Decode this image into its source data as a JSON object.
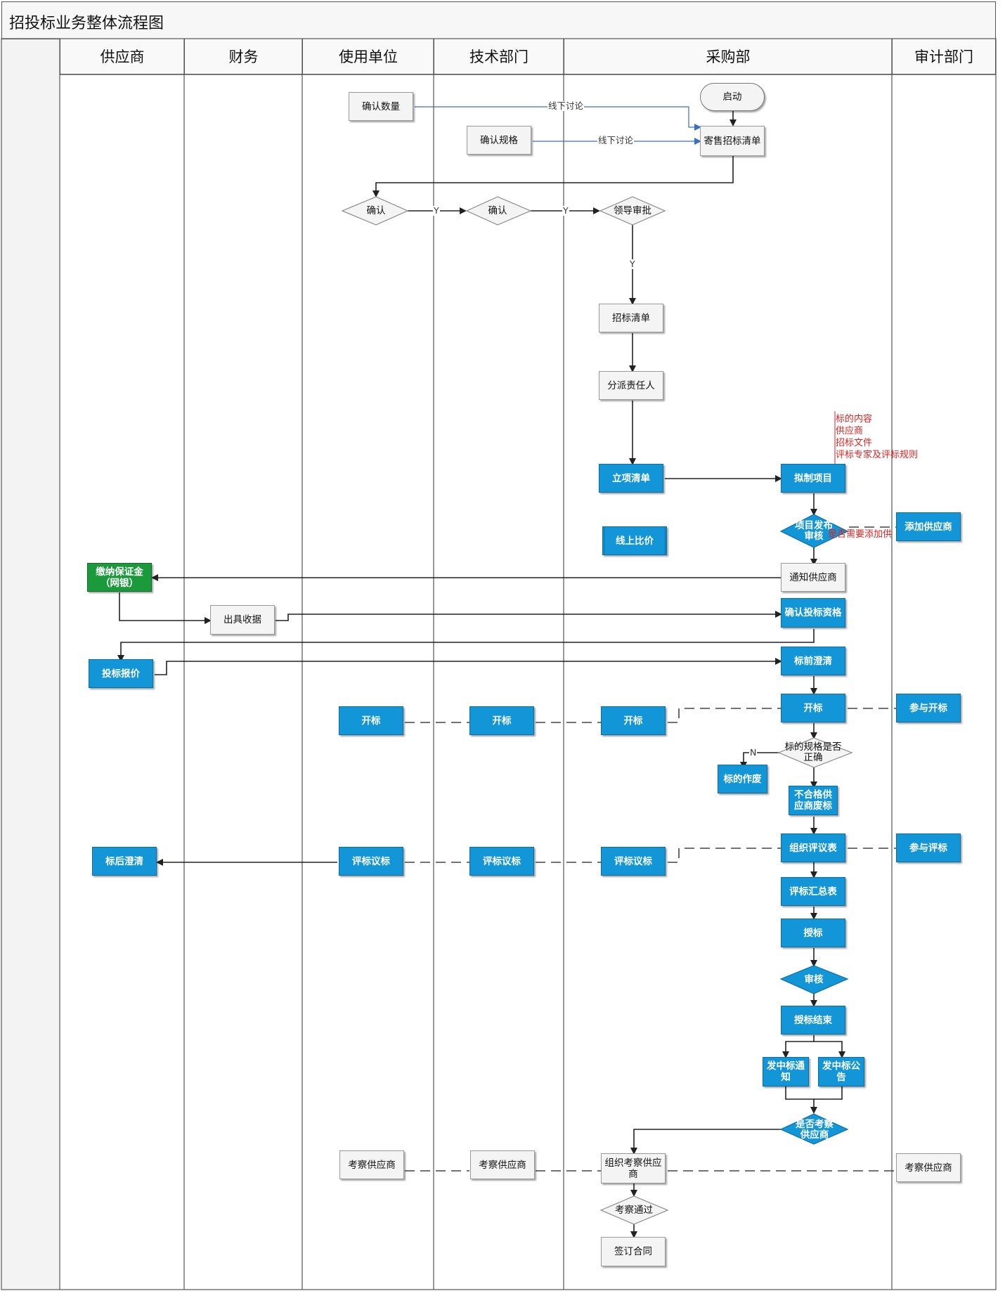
{
  "title": "招投标业务整体流程图",
  "lanes": [
    "供应商",
    "财务",
    "使用单位",
    "技术部门",
    "采购部",
    "审计部门"
  ],
  "nodes": {
    "start": "启动",
    "confirm_qty": "确认数量",
    "confirm_spec": "确认规格",
    "tender_list_req": "寄售招标清单",
    "confirm_user": "确认",
    "confirm_tech": "确认",
    "leader_approve": "领导审批",
    "tender_list": "招标清单",
    "assign_owner": "分派责任人",
    "project_list": "立项清单",
    "draft_project": "拟制项目",
    "publish_review": "项目发布审核",
    "add_supplier": "添加供应商",
    "online_compare": "线上比价",
    "notify_supplier": "通知供应商",
    "pay_deposit": "缴纳保证金（网银）",
    "issue_receipt": "出具收据",
    "confirm_qualification": "确认投标资格",
    "bid_quote": "投标报价",
    "pre_clarify": "标前澄清",
    "open_user": "开标",
    "open_tech": "开标",
    "open_proc_left": "开标",
    "open_main": "开标",
    "audit_open": "参与开标",
    "spec_correct": "标的规格是否正确",
    "void_bid": "标的作废",
    "disqualify": "不合格供应商废标",
    "eval_user": "评标议标",
    "eval_tech": "评标议标",
    "eval_proc": "评标议标",
    "organize_eval": "组织评议表",
    "audit_eval": "参与评标",
    "post_clarify": "标后澄清",
    "eval_summary": "评标汇总表",
    "award": "授标",
    "review": "审核",
    "award_end": "授标结束",
    "win_notice": "发中标通知",
    "win_announce": "发中标公告",
    "inspect_q": "是否考察供应商",
    "inspect_user": "考察供应商",
    "inspect_tech": "考察供应商",
    "organize_inspect": "组织考察供应商",
    "audit_inspect": "考察供应商",
    "inspect_pass": "考察通过",
    "sign_contract": "签订合同"
  },
  "edge_labels": {
    "offline1": "线下讨论",
    "offline2": "线下讨论",
    "y1": "Y",
    "y2": "Y",
    "y3": "Y",
    "n1": "N"
  },
  "notes": {
    "draft_lines": [
      "标的内容",
      "供应商",
      "招标文件",
      "评标专家及评标规则"
    ],
    "add_supplier_q": "是否需要添加供"
  },
  "colors": {
    "blue": "#1296d8",
    "green": "#1b9a3c",
    "note_red": "#e02020",
    "line": "#222222",
    "link_blue": "#3a6fc4"
  }
}
